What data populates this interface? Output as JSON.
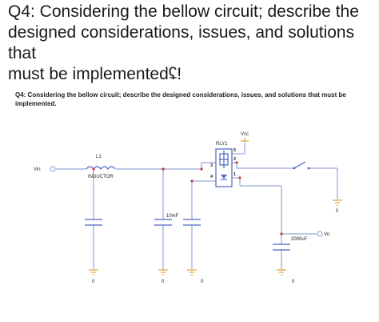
{
  "question": {
    "line1": "Q4: Considering the bellow circuit; describe the",
    "line2": "designed considerations, issues, and solutions",
    "line3": "that",
    "line4": "must be implementedʢ!"
  },
  "subtext": "Q4: Considering the bellow circuit; describe the designed considerations, issues, and solutions that must be implemented.",
  "circuit": {
    "vin": "Vin",
    "l1": "L1",
    "inductor": "INDUCTOR",
    "cap1": "10mF",
    "relay": "RLY1",
    "vcc": "Vcc",
    "vo": "Vo",
    "cap2": "2000uF",
    "gnd": "0",
    "pins": {
      "p1": "1",
      "p2": "2",
      "p3": "3",
      "p4": "4",
      "p5": "5"
    }
  },
  "colors": {
    "wire": "#9aa7d8",
    "ground": "#e6a940",
    "node": "#c93a3a",
    "component": "#4a63c8"
  }
}
